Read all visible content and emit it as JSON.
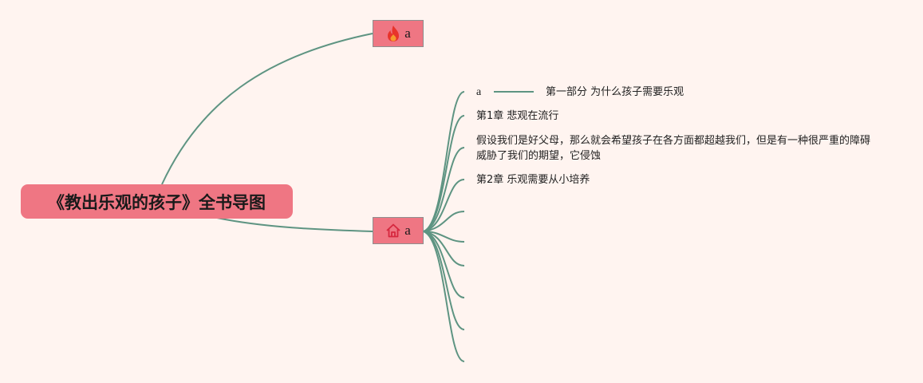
{
  "root": {
    "title": "《教出乐观的孩子》全书导图"
  },
  "branches": {
    "top": {
      "label": "a",
      "icon": "fire-icon",
      "icon_color": "#E8332B"
    },
    "main": {
      "label": "a",
      "icon": "home-icon",
      "icon_color": "#D6283F"
    }
  },
  "leaves": [
    {
      "text": "a"
    },
    {
      "text": "第一部分 为什么孩子需要乐观"
    },
    {
      "text": "第1章 悲观在流行"
    },
    {
      "text": "假设我们是好父母，那么就会希望孩子在各方面都超越我们，但是有一种很严重的障碍威胁了我们的期望，它侵蚀"
    },
    {
      "text": "第2章 乐观需要从小培养"
    }
  ],
  "colors": {
    "background": "#FFF4F0",
    "node_fill": "#EF7683",
    "edge": "#5E9482"
  }
}
